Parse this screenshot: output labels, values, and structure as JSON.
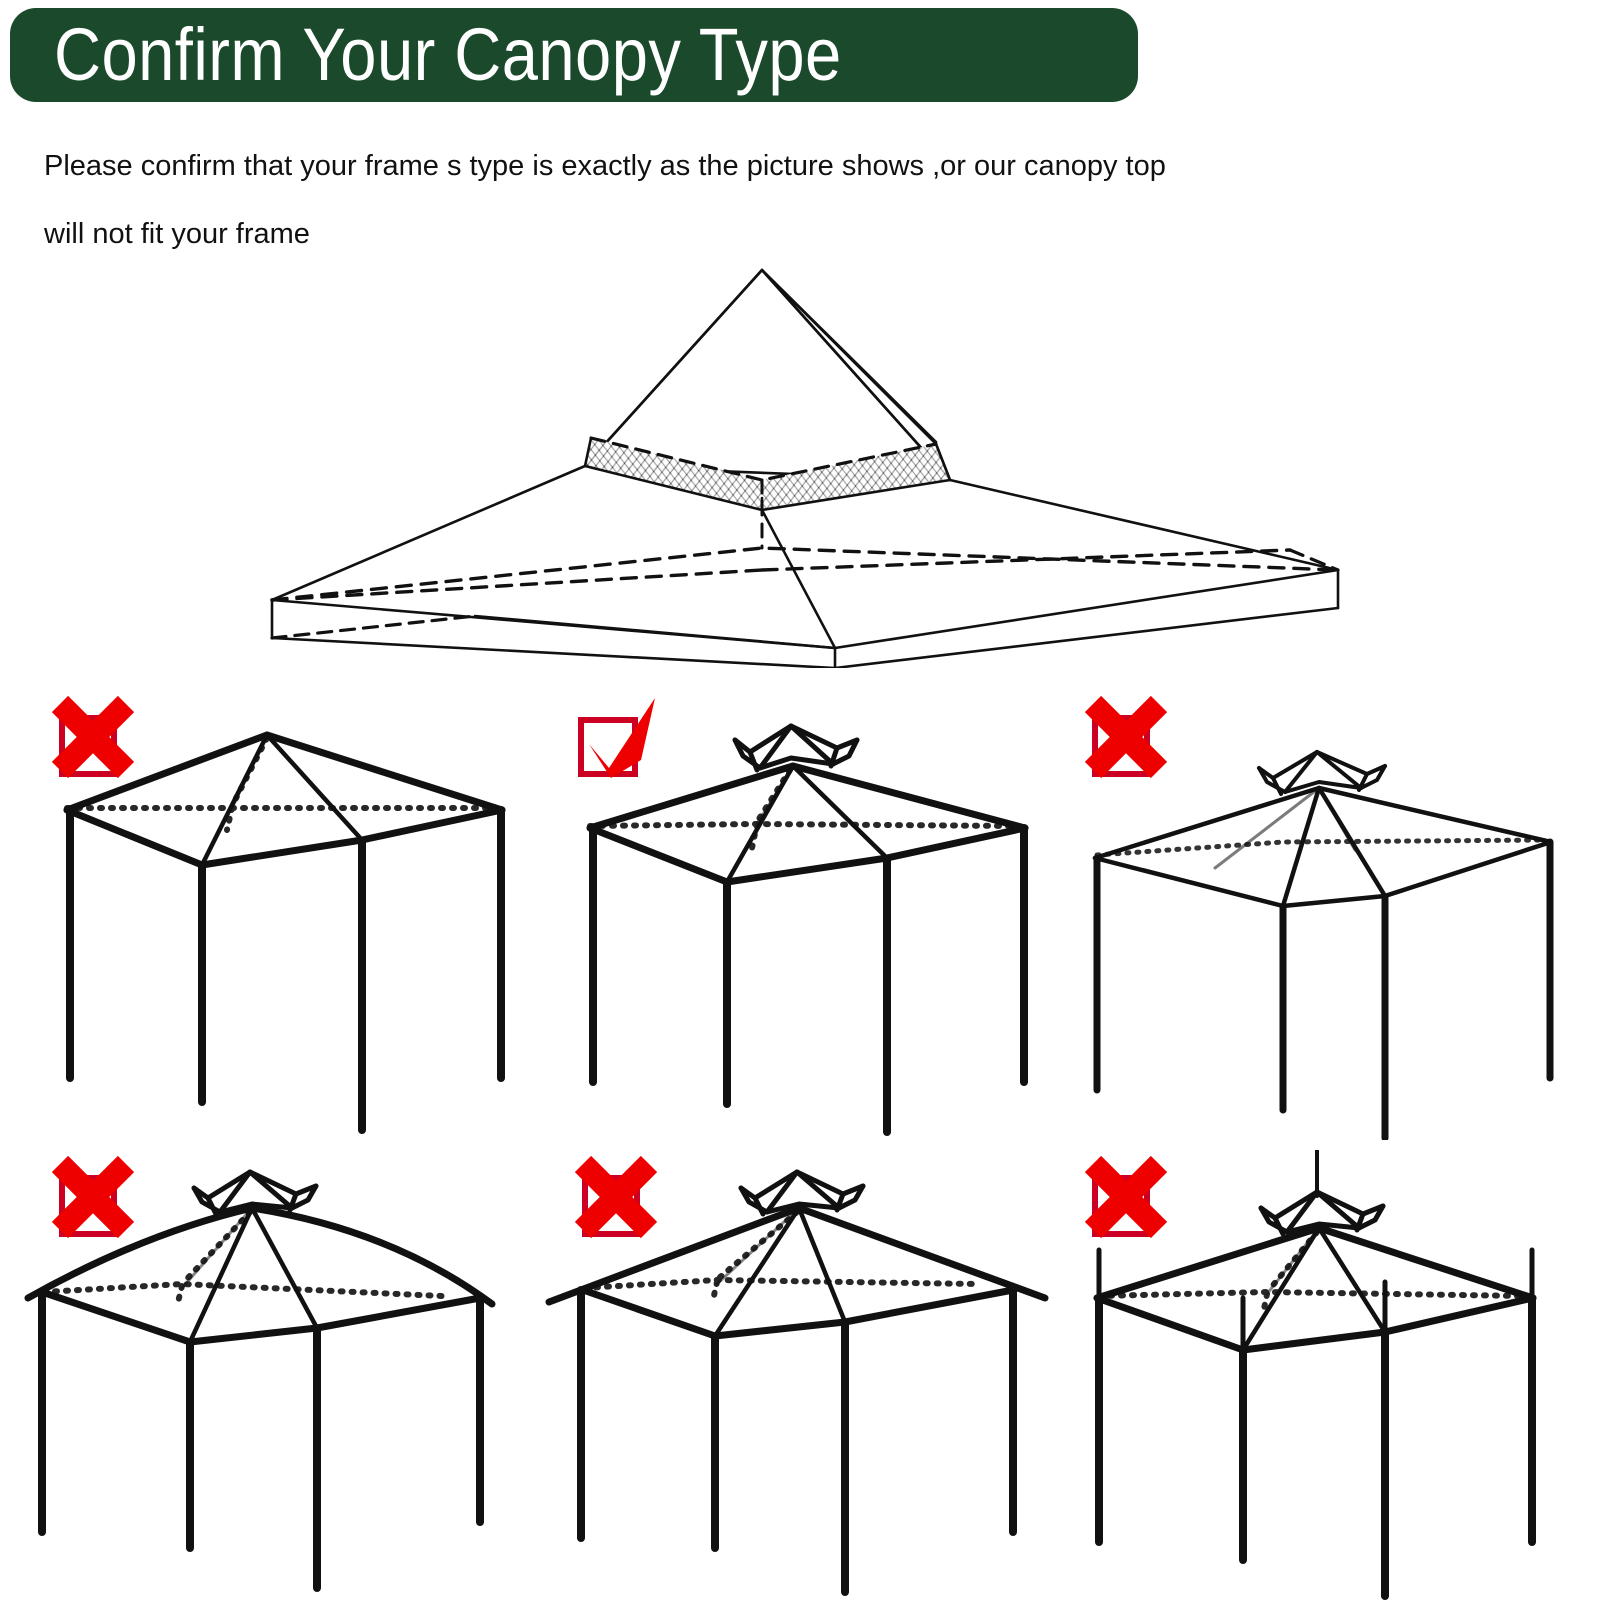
{
  "header": {
    "title": "Confirm Your Canopy Type",
    "banner_color": "#1A4A2B",
    "text_color": "#FFFFFF"
  },
  "intro": {
    "line1": "Please confirm that your frame s type is exactly as the picture shows ,or our canopy top",
    "line2": "will not fit your frame",
    "text_color": "#111111"
  },
  "hero": {
    "caption": "two-tier pyramid canopy top with vented crown",
    "icon": "canopy-top-diagram"
  },
  "badges": {
    "incorrect_icon": "red-x-mark-icon",
    "correct_icon": "red-check-mark-icon",
    "color": "#EE0000",
    "box_color": "#CC0022"
  },
  "gazebos": [
    {
      "id": "gazebo-1",
      "position": "row1-col1",
      "badge": "incorrect",
      "badge_icon": "red-x-mark-icon",
      "description": "single-tier pyramid roof, no crown vent, four straight legs",
      "roof_style": "pyramid",
      "has_crown": false,
      "has_finial": false,
      "leg_spikes": false,
      "eave_overhang": false
    },
    {
      "id": "gazebo-2",
      "position": "row1-col2",
      "badge": "correct",
      "badge_icon": "red-check-mark-icon",
      "description": "pyramid roof with two-tier vented crown, four straight legs",
      "roof_style": "pyramid",
      "has_crown": true,
      "has_finial": false,
      "leg_spikes": false,
      "eave_overhang": false
    },
    {
      "id": "gazebo-3",
      "position": "row1-col3",
      "badge": "incorrect",
      "badge_icon": "red-x-mark-icon",
      "description": "low shallow-pitch roof with crown, thin frame bars",
      "roof_style": "shallow-pyramid",
      "has_crown": true,
      "has_finial": false,
      "leg_spikes": false,
      "eave_overhang": false
    },
    {
      "id": "gazebo-4",
      "position": "row2-col1",
      "badge": "incorrect",
      "badge_icon": "red-x-mark-icon",
      "description": "curved dome roof with crown and overhanging eaves",
      "roof_style": "curved-dome",
      "has_crown": true,
      "has_finial": false,
      "leg_spikes": false,
      "eave_overhang": true
    },
    {
      "id": "gazebo-5",
      "position": "row2-col2",
      "badge": "incorrect",
      "badge_icon": "red-x-mark-icon",
      "description": "pyramid roof with crown and wide overhanging eaves",
      "roof_style": "pyramid",
      "has_crown": true,
      "has_finial": false,
      "leg_spikes": false,
      "eave_overhang": true
    },
    {
      "id": "gazebo-6",
      "position": "row2-col3",
      "badge": "incorrect",
      "badge_icon": "red-x-mark-icon",
      "description": "pyramid roof with crown, spike finial on top and spikes on each corner post",
      "roof_style": "pyramid",
      "has_crown": true,
      "has_finial": true,
      "leg_spikes": true,
      "eave_overhang": false
    }
  ]
}
